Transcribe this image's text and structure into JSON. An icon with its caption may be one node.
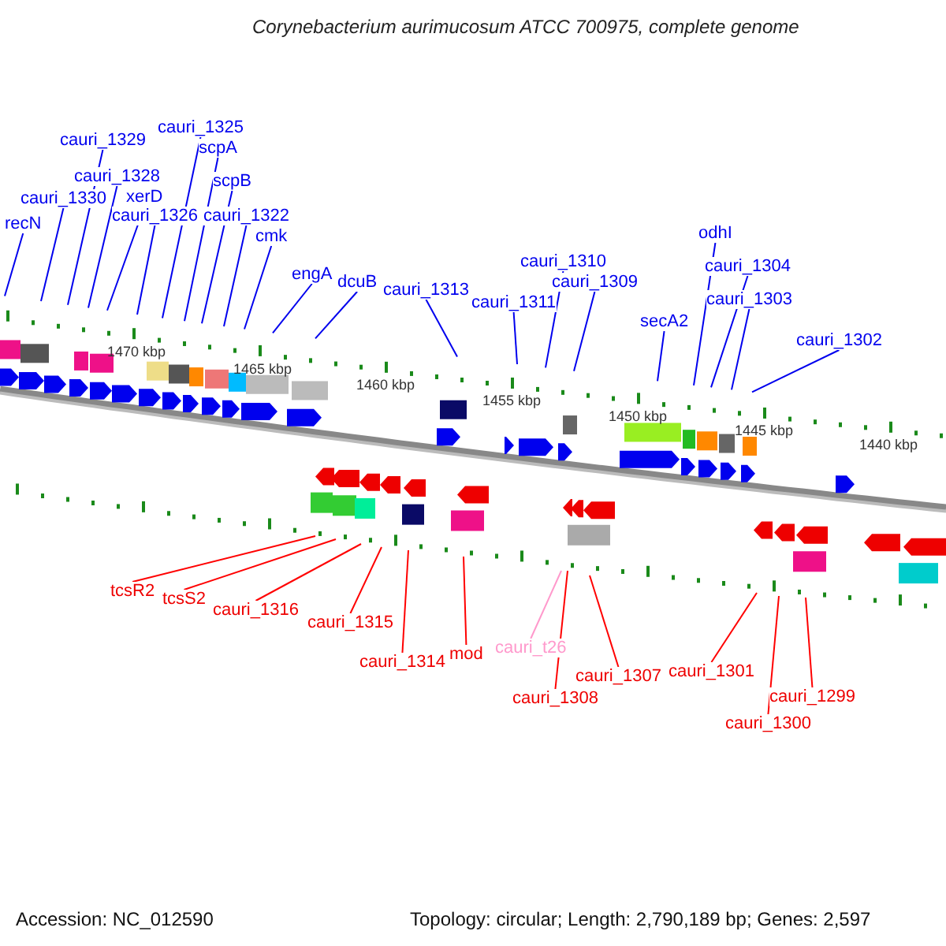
{
  "diagram": {
    "title": "Corynebacterium aurimucosum ATCC 700975, complete genome",
    "nodes": [
      {
        "text": [
          "recN"
        ]
      },
      {
        "text": [
          "cauri_1330"
        ]
      },
      {
        "text": [
          "cauri_1329"
        ]
      },
      {
        "text": [
          "cauri_1328"
        ]
      },
      {
        "text": [
          "xerD"
        ]
      },
      {
        "text": [
          "cauri_1326"
        ]
      },
      {
        "text": [
          "cauri_1325"
        ]
      },
      {
        "text": [
          "scpA"
        ]
      },
      {
        "text": [
          "scpB"
        ]
      },
      {
        "text": [
          "cauri_1322"
        ]
      },
      {
        "text": [
          "cmk"
        ]
      },
      {
        "text": [
          "engA"
        ]
      },
      {
        "text": [
          "dcuB"
        ]
      },
      {
        "text": [
          "cauri_1313"
        ]
      },
      {
        "text": [
          "cauri_1311"
        ]
      },
      {
        "text": [
          "cauri_1310"
        ]
      },
      {
        "text": [
          "cauri_1309"
        ]
      },
      {
        "text": [
          "secA2"
        ]
      },
      {
        "text": [
          "odhI"
        ]
      },
      {
        "text": [
          "cauri_1304"
        ]
      },
      {
        "text": [
          "cauri_1303"
        ]
      },
      {
        "text": [
          "cauri_1302"
        ]
      },
      {
        "text": [
          "tcsR2"
        ]
      },
      {
        "text": [
          "tcsS2"
        ]
      },
      {
        "text": [
          "cauri_1316"
        ]
      },
      {
        "text": [
          "cauri_1315"
        ]
      },
      {
        "text": [
          "cauri_1314"
        ]
      },
      {
        "text": [
          "mod"
        ]
      },
      {
        "text": [
          "cauri_t26"
        ]
      },
      {
        "text": [
          "cauri_1308"
        ]
      },
      {
        "text": [
          "cauri_1307"
        ]
      },
      {
        "text": [
          "cauri_1301"
        ]
      },
      {
        "text": [
          "cauri_1300"
        ]
      },
      {
        "text": [
          "cauri_1299"
        ]
      }
    ],
    "edges": [
      {
        "from": 0,
        "to": null,
        "arrow": "none"
      },
      {
        "from": 1,
        "to": null,
        "arrow": "none"
      },
      {
        "from": 2,
        "to": null,
        "arrow": "none"
      },
      {
        "from": 3,
        "to": null,
        "arrow": "none"
      },
      {
        "from": 4,
        "to": null,
        "arrow": "none"
      },
      {
        "from": 5,
        "to": null,
        "arrow": "none"
      },
      {
        "from": 6,
        "to": null,
        "arrow": "none"
      },
      {
        "from": 7,
        "to": null,
        "arrow": "none"
      },
      {
        "from": 8,
        "to": null,
        "arrow": "none"
      },
      {
        "from": 9,
        "to": null,
        "arrow": "none"
      },
      {
        "from": 10,
        "to": null,
        "arrow": "none"
      },
      {
        "from": 11,
        "to": null,
        "arrow": "none"
      },
      {
        "from": 12,
        "to": null,
        "arrow": "none"
      },
      {
        "from": 13,
        "to": null,
        "arrow": "none"
      },
      {
        "from": 14,
        "to": null,
        "arrow": "none"
      },
      {
        "from": 15,
        "to": null,
        "arrow": "none"
      },
      {
        "from": 16,
        "to": null,
        "arrow": "none"
      },
      {
        "from": 17,
        "to": null,
        "arrow": "none"
      },
      {
        "from": 18,
        "to": null,
        "arrow": "none"
      },
      {
        "from": 19,
        "to": null,
        "arrow": "none"
      },
      {
        "from": 20,
        "to": null,
        "arrow": "none"
      },
      {
        "from": 21,
        "to": null,
        "arrow": "none"
      },
      {
        "from": 22,
        "to": null,
        "arrow": "none",
        "color": "#ff0000"
      },
      {
        "from": 23,
        "to": null,
        "arrow": "none",
        "color": "#ff0000"
      },
      {
        "from": 24,
        "to": null,
        "arrow": "none",
        "color": "#ff0000"
      },
      {
        "from": 25,
        "to": null,
        "arrow": "none",
        "color": "#ff0000"
      },
      {
        "from": 26,
        "to": null,
        "arrow": "none",
        "color": "#ff0000"
      },
      {
        "from": 27,
        "to": null,
        "arrow": "none",
        "color": "#ff0000"
      },
      {
        "from": 28,
        "to": null,
        "arrow": "none",
        "color": "#ff99cc"
      },
      {
        "from": 29,
        "to": null,
        "arrow": "none",
        "color": "#ff0000"
      },
      {
        "from": 30,
        "to": null,
        "arrow": "none",
        "color": "#ff0000"
      },
      {
        "from": 31,
        "to": null,
        "arrow": "none",
        "color": "#ff0000"
      },
      {
        "from": 32,
        "to": null,
        "arrow": "none",
        "color": "#ff0000"
      },
      {
        "from": 33,
        "to": null,
        "arrow": "none",
        "color": "#ff0000"
      }
    ],
    "labels": [
      "1470 kbp",
      "1465 kbp",
      "1460 kbp",
      "1455 kbp",
      "1450 kbp",
      "1445 kbp",
      "1440 kbp",
      "Accession: NC_012590",
      "Topology: circular; Length: 2,790,189 bp; Genes: 2,597"
    ]
  }
}
